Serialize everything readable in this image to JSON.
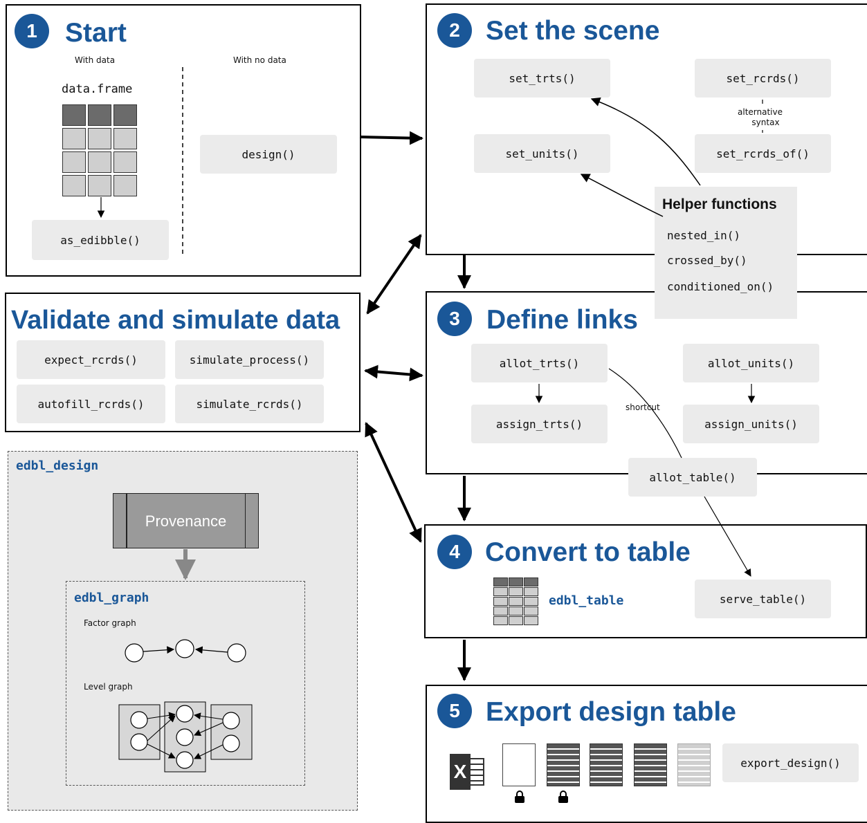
{
  "panels": {
    "start": {
      "number": "1",
      "title": "Start",
      "with_data": "With data",
      "with_no_data": "With no data",
      "dataframe_label": "data.frame",
      "fn_as_edibble": "as_edibble()",
      "fn_design": "design()"
    },
    "scene": {
      "number": "2",
      "title": "Set the scene",
      "fn_set_trts": "set_trts()",
      "fn_set_rcrds": "set_rcrds()",
      "fn_set_units": "set_units()",
      "fn_set_rcrds_of": "set_rcrds_of()",
      "alt_label_1": "alternative",
      "alt_label_2": "syntax"
    },
    "helper": {
      "title": "Helper functions",
      "items": [
        "nested_in()",
        "crossed_by()",
        "conditioned_on()"
      ]
    },
    "validate": {
      "title": "Validate and simulate data",
      "fn_expect": "expect_rcrds()",
      "fn_sim_process": "simulate_process()",
      "fn_autofill": "autofill_rcrds()",
      "fn_sim_rcrds": "simulate_rcrds()"
    },
    "links": {
      "number": "3",
      "title": "Define links",
      "fn_allot_trts": "allot_trts()",
      "fn_allot_units": "allot_units()",
      "fn_assign_trts": "assign_trts()",
      "fn_assign_units": "assign_units()",
      "fn_allot_table": "allot_table()",
      "shortcut": "shortcut"
    },
    "convert": {
      "number": "4",
      "title": "Convert to table",
      "table_label": "edbl_table",
      "fn_serve": "serve_table()"
    },
    "export": {
      "number": "5",
      "title": "Export design table",
      "fn_export": "export_design()",
      "excel_letter": "X"
    },
    "design_obj": {
      "label": "edbl_design",
      "provenance": "Provenance",
      "graph_label": "edbl_graph",
      "factor_graph": "Factor graph",
      "level_graph": "Level graph"
    }
  },
  "colors": {
    "accent": "#1a5798",
    "fn_bg": "#ebebeb",
    "panel_bg": "#e9e9e9",
    "provenance": "#9a9a9a"
  }
}
